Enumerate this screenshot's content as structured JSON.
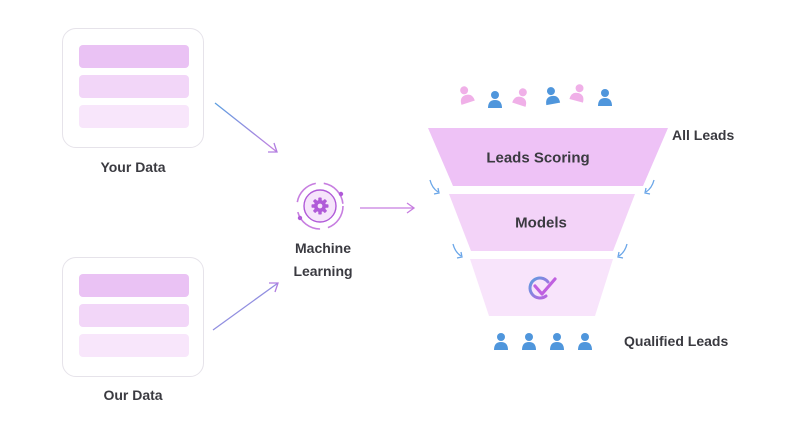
{
  "inputs": {
    "your_data": "Your Data",
    "our_data": "Our Data"
  },
  "ml": {
    "line1": "Machine",
    "line2": "Learning"
  },
  "funnel": {
    "top_label": "All Leads",
    "stage1": "Leads Scoring",
    "stage2": "Models",
    "bottom_label": "Qualified Leads"
  },
  "icons": {
    "gear": "gear-icon",
    "person": "person-icon",
    "checkmark": "checkmark-icon"
  },
  "colors": {
    "accent_purple": "#b05ad8",
    "arrow_purple": "#c77ee0",
    "arrow_blue": "#5b9fe0",
    "person_pink": "#f0b0e8",
    "person_blue": "#4f96dc",
    "funnel_top": "#eec2f6",
    "funnel_mid": "#f3d3f8",
    "funnel_bottom": "#f8e4fb"
  }
}
